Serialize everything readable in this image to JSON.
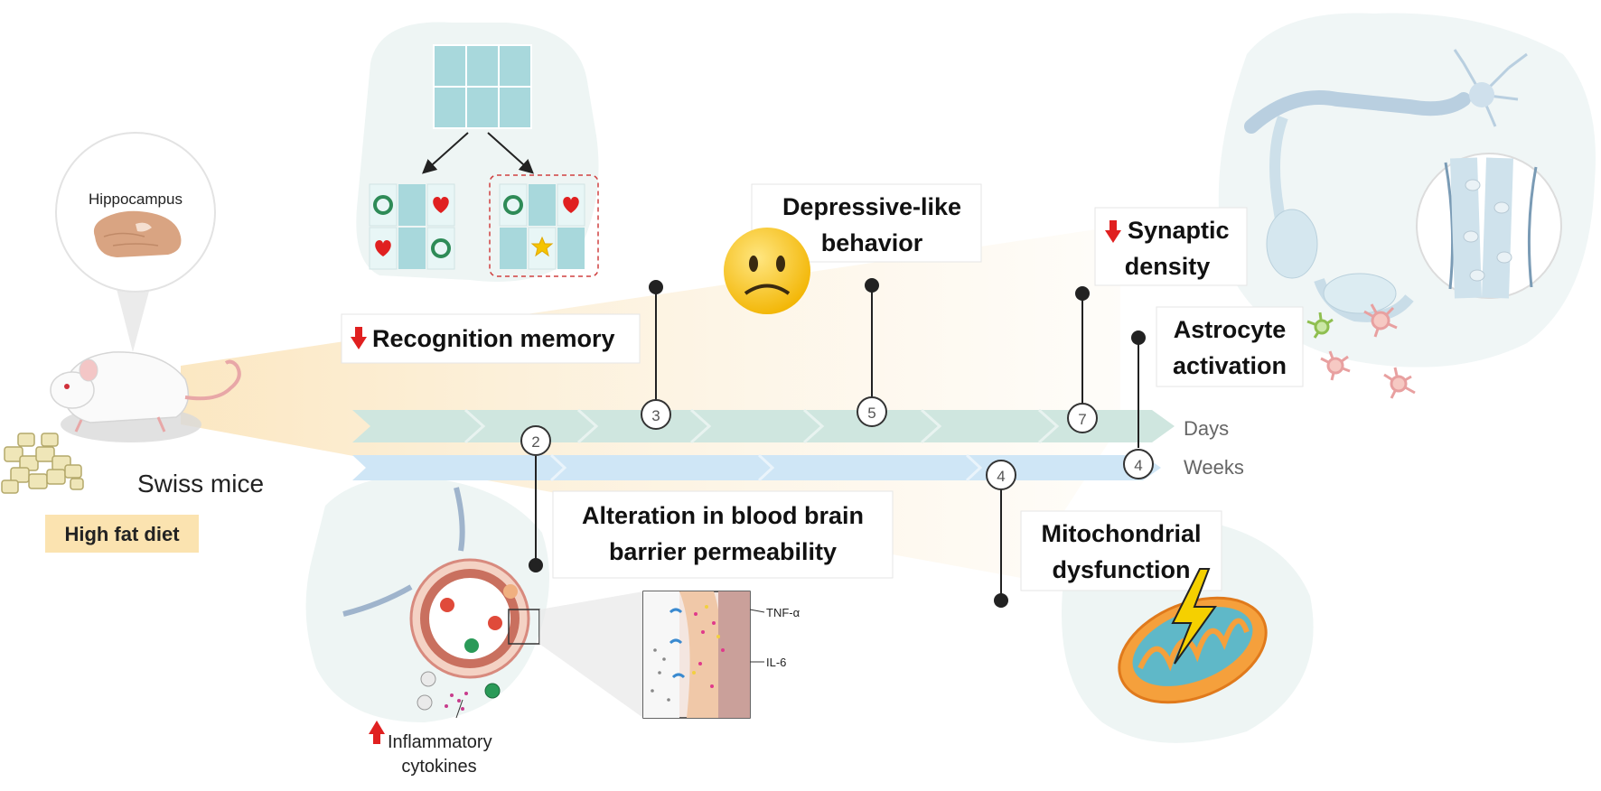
{
  "mouse": {
    "brain_label": "Hippocampus",
    "strain": "Swiss mice",
    "diet": "High fat diet"
  },
  "timeline": {
    "days_label": "Days",
    "weeks_label": "Weeks",
    "day_markers": [
      "3",
      "5",
      "7"
    ],
    "week_markers": [
      "2",
      "4",
      "4"
    ]
  },
  "findings": {
    "recognition": "Recognition memory",
    "depressive_line1": "Depressive-like",
    "depressive_line2": "behavior",
    "synaptic_line1": "Synaptic",
    "synaptic_line2": "density",
    "astrocyte_line1": "Astrocyte",
    "astrocyte_line2": "activation",
    "bbb_line1": "Alteration in blood brain",
    "bbb_line2": "barrier permeability",
    "mito_line1": "Mitochondrial",
    "mito_line2": "dysfunction"
  },
  "bbb_inset": {
    "tnf": "TNF-α",
    "il6": "IL-6",
    "cytokines_line1": "Inflammatory",
    "cytokines_line2": "cytokines"
  },
  "colors": {
    "days_bar": "#cfe6df",
    "weeks_bar": "#cfe6f6",
    "diet_highlight": "#fbe3b0",
    "arrow_red": "#e02020",
    "tile": "#a8d8dc"
  }
}
